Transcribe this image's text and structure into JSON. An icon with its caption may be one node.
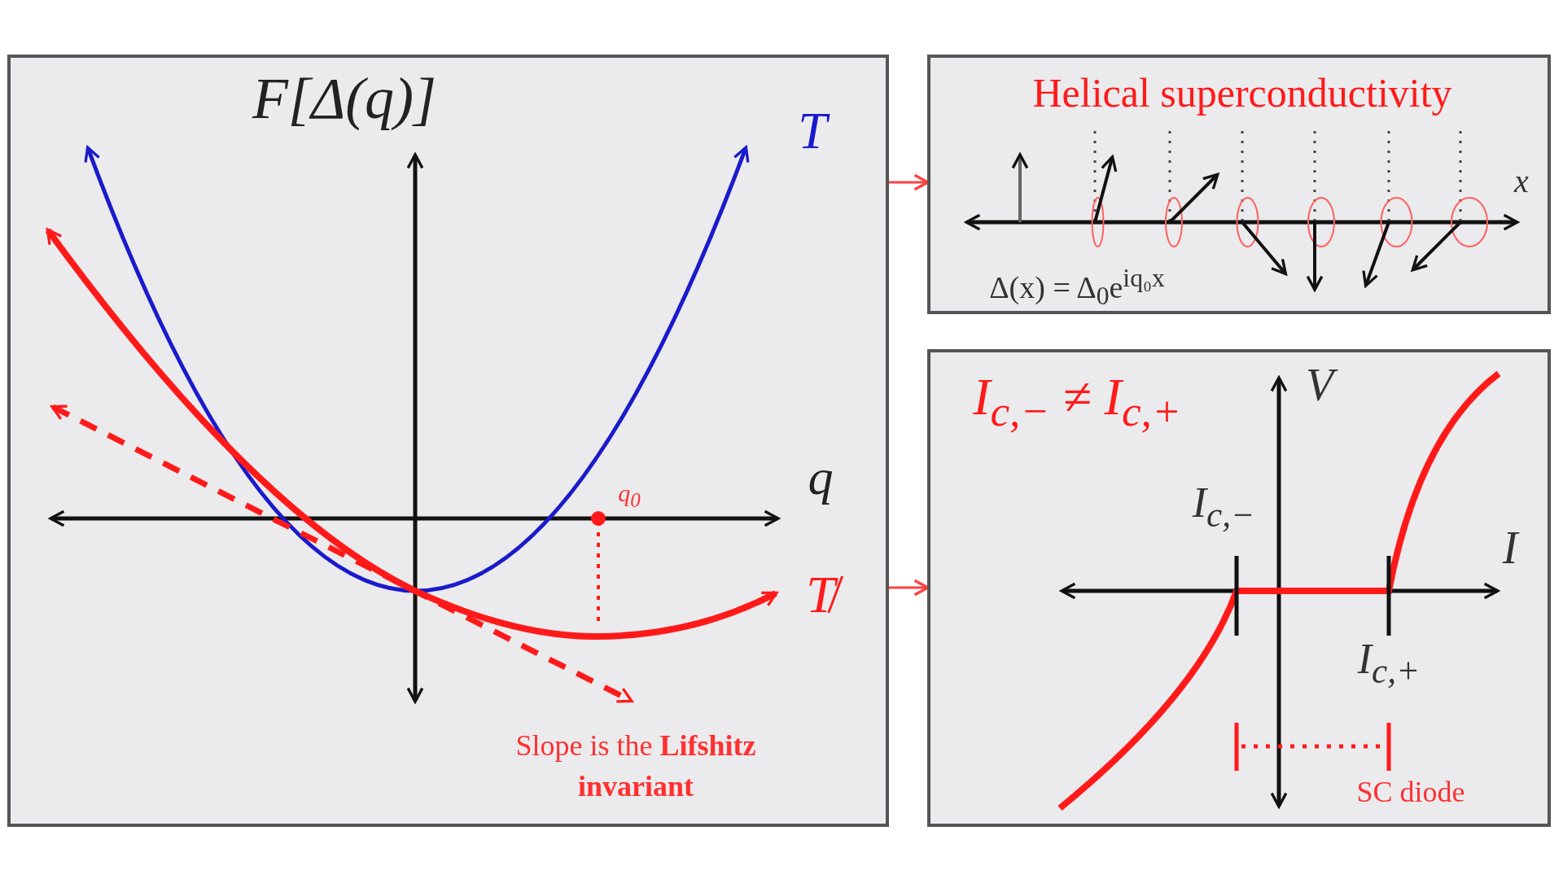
{
  "diagram": {
    "nodes": [
      {
        "text": [],
        "shape": "box"
      },
      {
        "text": [
          "Helical superconductivity"
        ]
      },
      {
        "text": [
          "I$_{c,−}$ ≠ I$_{c,+}$"
        ]
      }
    ],
    "edges": [
      {
        "from": 0,
        "to": 1,
        "arrow": "to"
      },
      {
        "from": 0,
        "to": 2,
        "arrow": "to"
      }
    ],
    "labels": [
      "F[Δ(q)]",
      "T",
      "q",
      "q$_{0}$",
      "T̸",
      "Slope is the **Lifshitz invariant**",
      "x",
      "Δ(x) = Δ$_{0}$e$^{iq₀x}$",
      "V",
      "I$_{c,−}$",
      "I",
      "I$_{c,+}$",
      "SC diode"
    ]
  }
}
